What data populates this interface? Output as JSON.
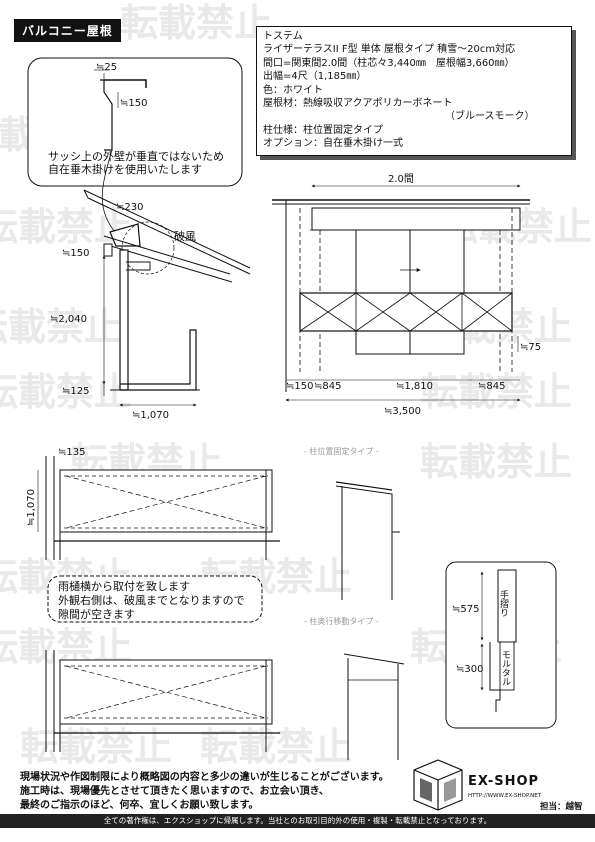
{
  "page": {
    "title_tag": "バルコニー屋根",
    "watermark": "転載禁止"
  },
  "spec": {
    "maker": "トステム",
    "product": "ライザーテラスII F型 単体 屋根タイプ 積雪〜20cm対応",
    "frontage": "間口=関東間2.0間（柱芯々3,440㎜　屋根幅3,660㎜）",
    "depth": "出幅=4尺（1,185㎜）",
    "color": "色：ホワイト",
    "roof_material": "屋根材：熱線吸収アクアポリカーボネート",
    "roof_material_color": "（ブルースモーク）",
    "post_spec": "柱仕様：柱位置固定タイプ",
    "option": "オプション：自在垂木掛け一式"
  },
  "detail_top": {
    "note_line1": "サッシ上の外壁が垂直ではないため",
    "note_line2": "自在垂木掛けを使用いたします",
    "dim_25": "≒25",
    "dim_150": "≒150"
  },
  "side_view": {
    "dim_230": "≒230",
    "label_hafu": "破風",
    "dim_150": "≒150",
    "dim_2040": "≒2,040",
    "dim_125": "≒125",
    "dim_1070": "≒1,070"
  },
  "front_view": {
    "dim_2ken": "2.0間",
    "dim_75": "≒75",
    "dim_150": "≒150",
    "dim_845_left": "≒845",
    "dim_1810": "≒1,810",
    "dim_845_right": "≒845",
    "dim_3500": "≒3,500"
  },
  "plan_view": {
    "dim_135": "≒135",
    "dim_1070": "≒1,070",
    "note_line1": "雨樋横から取付を致します",
    "note_line2": "外観右側は、破風までとなりますので",
    "note_line3": "隙間が空きます"
  },
  "sections": {
    "fixed_label": "- 柱位置固定タイプ -",
    "moving_label": "- 柱奥行移動タイプ -"
  },
  "handrail_detail": {
    "dim_575": "≒575",
    "dim_300": "≒300",
    "label_handrail": "手摺り",
    "label_mortar": "モルタル"
  },
  "notes": {
    "line1": "現場状況や作図制限により概略図の内容と多少の違いが生じることがございます。",
    "line2": "施工時は、現場優先とさせて頂きたく思いますので、お立会い頂き、",
    "line3": "最終のご指示のほど、何卒、宜しくお願い致します。"
  },
  "brand": {
    "name": "EX-SHOP",
    "url": "HTTP://WWW.EX-SHOP.NET",
    "staff": "担当：越智"
  },
  "footer": {
    "text": "全ての著作権は、エクスショップに帰属します。当社とのお取引目的外の使用・複製・転載禁止となっております。"
  }
}
